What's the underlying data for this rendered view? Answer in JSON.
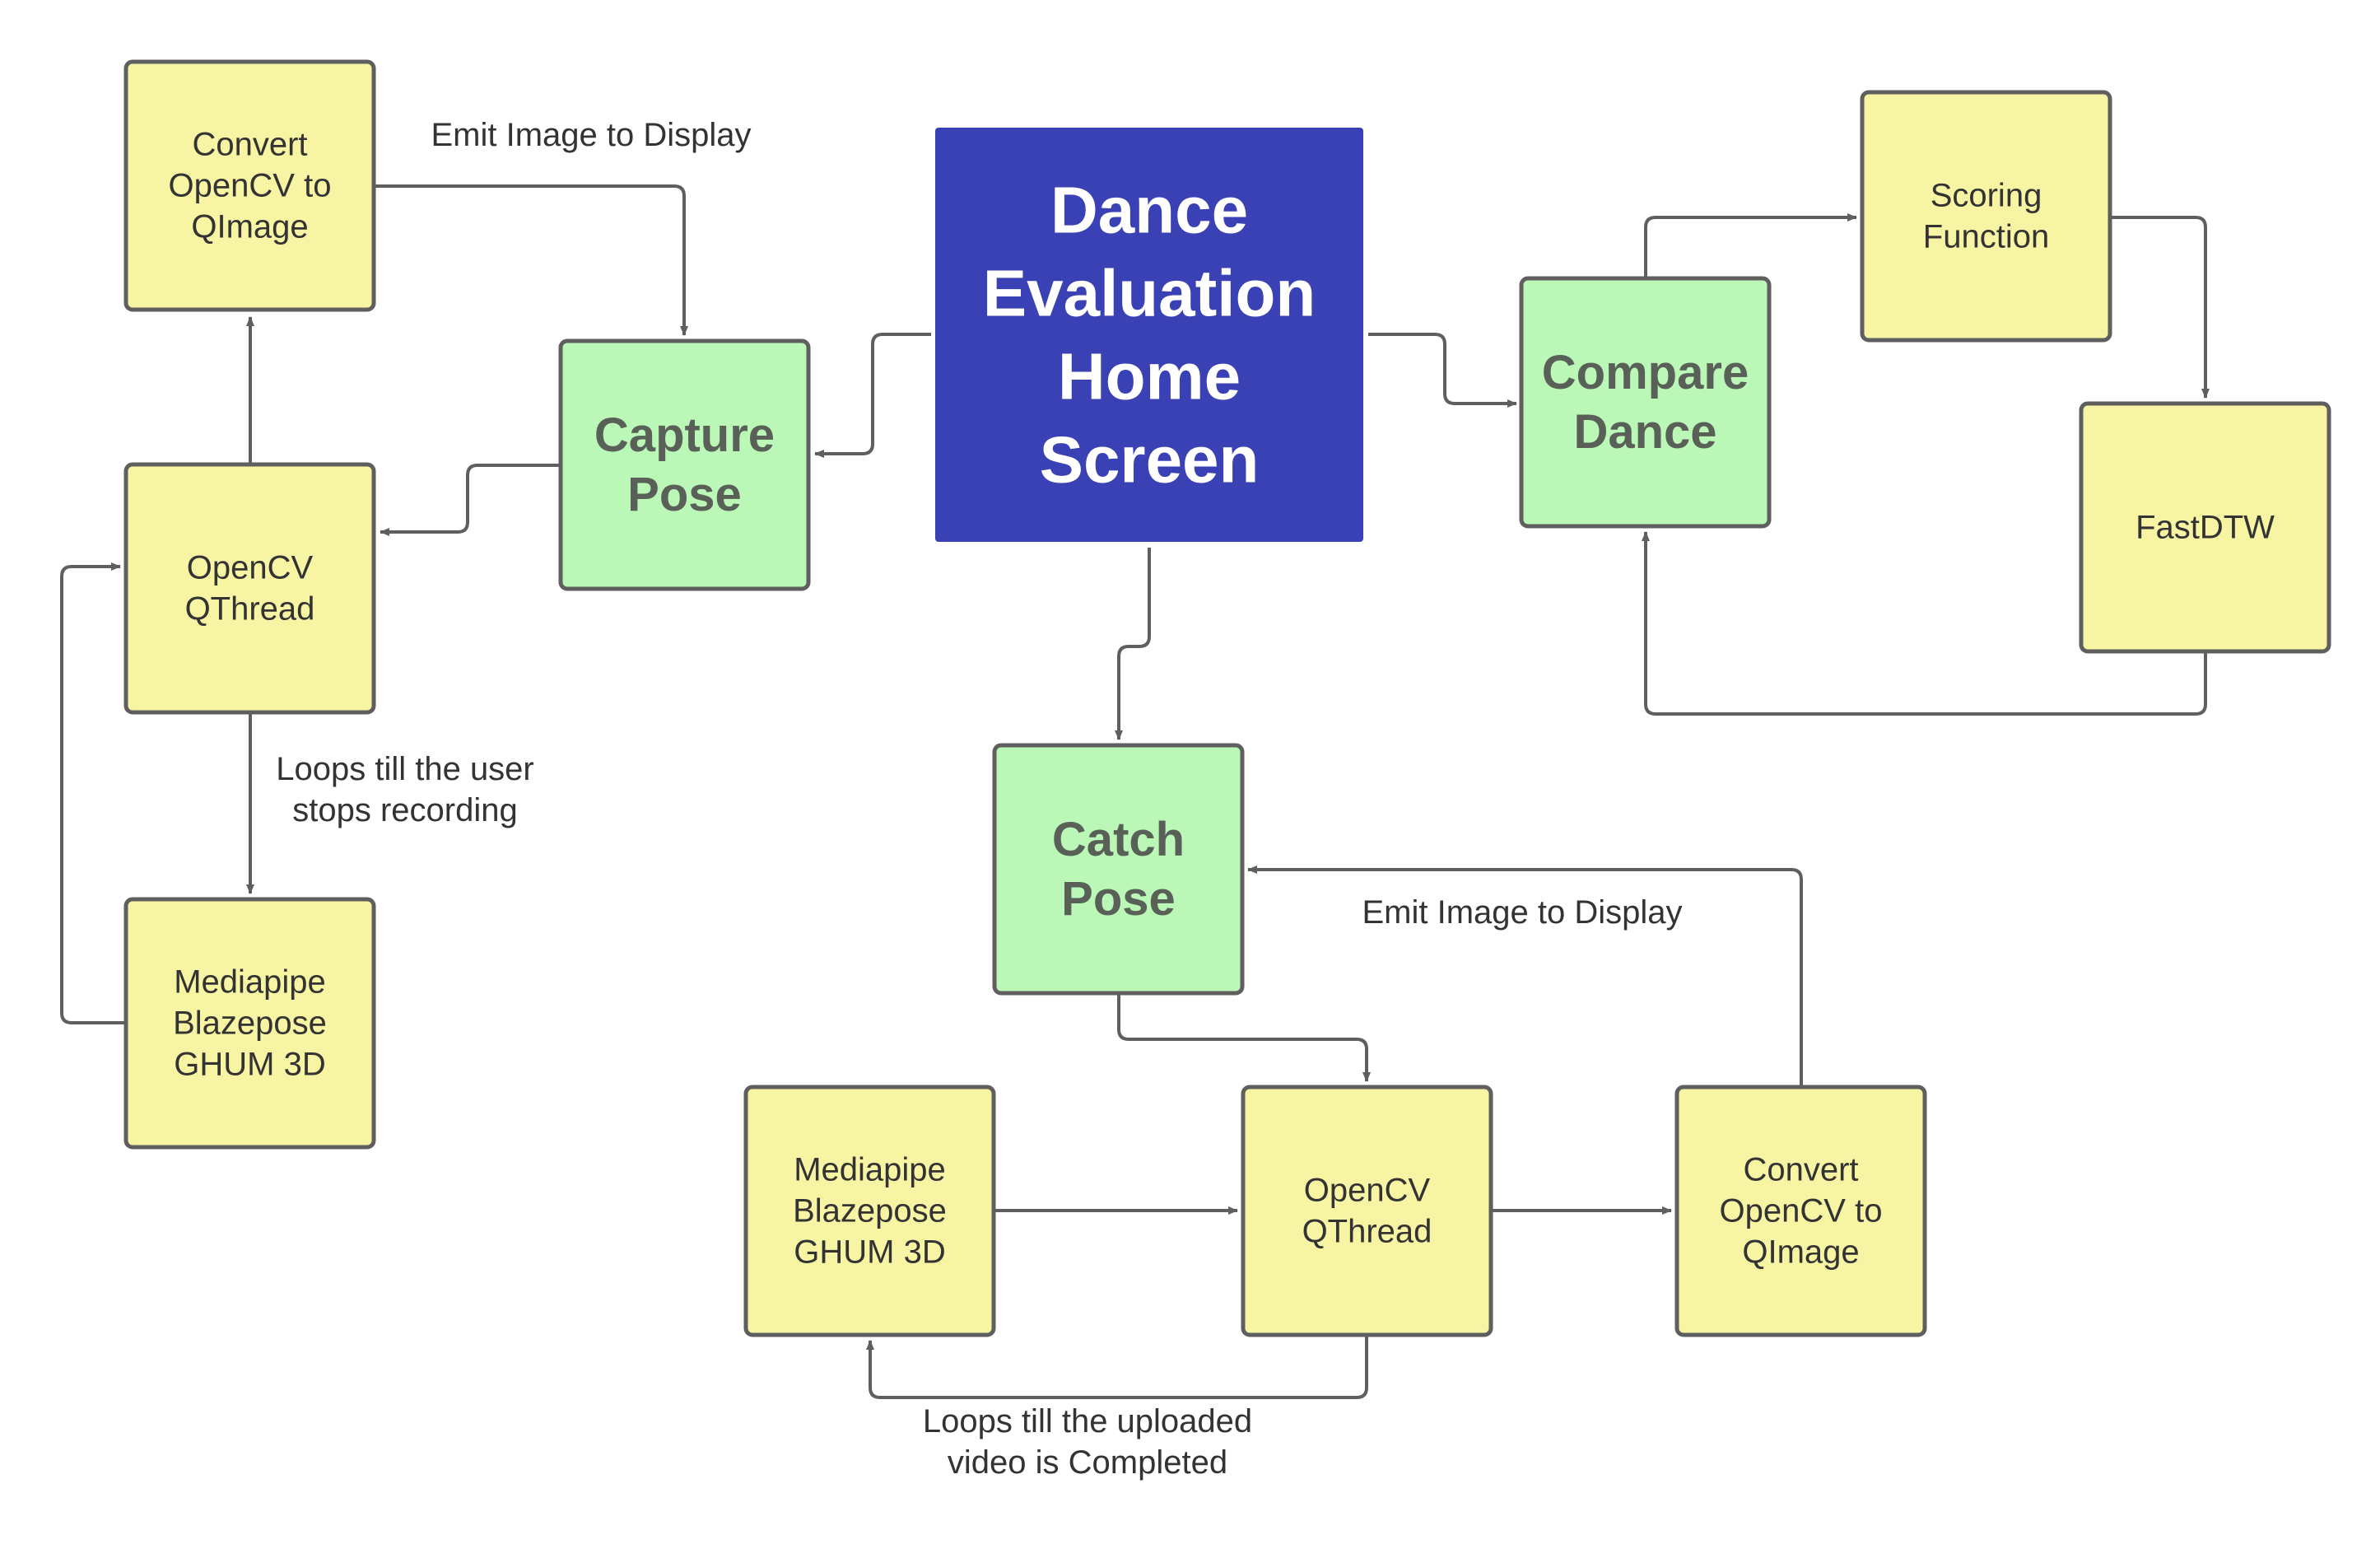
{
  "colors": {
    "background": "#ffffff",
    "home_fill": "#3a41b5",
    "home_text": "#ffffff",
    "module_fill": "#bbf7b6",
    "module_text": "#586058",
    "step_fill": "#f7f4a3",
    "step_text": "#333333",
    "stroke": "#5f5f5f",
    "edge": "#5f5f5f"
  },
  "nodes": [
    {
      "id": "home",
      "kind": "home",
      "lines": [
        "Dance",
        "Evaluation",
        "Home",
        "Screen"
      ]
    },
    {
      "id": "capture_pose",
      "kind": "module",
      "lines": [
        "Capture",
        "Pose"
      ]
    },
    {
      "id": "compare_dance",
      "kind": "module",
      "lines": [
        "Compare",
        "Dance"
      ]
    },
    {
      "id": "catch_pose",
      "kind": "module",
      "lines": [
        "Catch",
        "Pose"
      ]
    },
    {
      "id": "capture_convert",
      "kind": "step",
      "lines": [
        "Convert",
        "OpenCV to",
        "QImage"
      ]
    },
    {
      "id": "capture_opencv",
      "kind": "step",
      "lines": [
        "OpenCV",
        "QThread"
      ]
    },
    {
      "id": "capture_mediapipe",
      "kind": "step",
      "lines": [
        "Mediapipe",
        "Blazepose",
        "GHUM 3D"
      ]
    },
    {
      "id": "scoring",
      "kind": "step",
      "lines": [
        "Scoring",
        "Function"
      ]
    },
    {
      "id": "fastdtw",
      "kind": "step",
      "lines": [
        "FastDTW"
      ]
    },
    {
      "id": "catch_mediapipe",
      "kind": "step",
      "lines": [
        "Mediapipe",
        "Blazepose",
        "GHUM 3D"
      ]
    },
    {
      "id": "catch_opencv",
      "kind": "step",
      "lines": [
        "OpenCV",
        "QThread"
      ]
    },
    {
      "id": "catch_convert",
      "kind": "step",
      "lines": [
        "Convert",
        "OpenCV to",
        "QImage"
      ]
    }
  ],
  "edges": [
    {
      "from": "home",
      "to": "capture_pose",
      "label": ""
    },
    {
      "from": "home",
      "to": "compare_dance",
      "label": ""
    },
    {
      "from": "home",
      "to": "catch_pose",
      "label": ""
    },
    {
      "from": "capture_pose",
      "to": "capture_opencv",
      "label": ""
    },
    {
      "from": "capture_opencv",
      "to": "capture_convert",
      "label": ""
    },
    {
      "from": "capture_convert",
      "to": "capture_pose",
      "label": "Emit Image to Display"
    },
    {
      "from": "capture_opencv",
      "to": "capture_mediapipe",
      "label": "Loops till the user stops recording"
    },
    {
      "from": "capture_mediapipe",
      "to": "capture_opencv",
      "label": ""
    },
    {
      "from": "compare_dance",
      "to": "scoring",
      "label": ""
    },
    {
      "from": "scoring",
      "to": "fastdtw",
      "label": ""
    },
    {
      "from": "fastdtw",
      "to": "compare_dance",
      "label": ""
    },
    {
      "from": "catch_pose",
      "to": "catch_opencv",
      "label": ""
    },
    {
      "from": "catch_mediapipe",
      "to": "catch_opencv",
      "label": ""
    },
    {
      "from": "catch_opencv",
      "to": "catch_convert",
      "label": ""
    },
    {
      "from": "catch_convert",
      "to": "catch_pose",
      "label": "Emit Image to Display"
    },
    {
      "from": "catch_opencv",
      "to": "catch_mediapipe",
      "label": "Loops till the uploaded video is Completed"
    }
  ],
  "labels": {
    "capture_emit": "Emit Image to Display",
    "capture_loop": [
      "Loops till the user",
      "stops recording"
    ],
    "catch_emit": "Emit Image to Display",
    "catch_loop": [
      "Loops till the uploaded",
      "video is Completed"
    ]
  }
}
